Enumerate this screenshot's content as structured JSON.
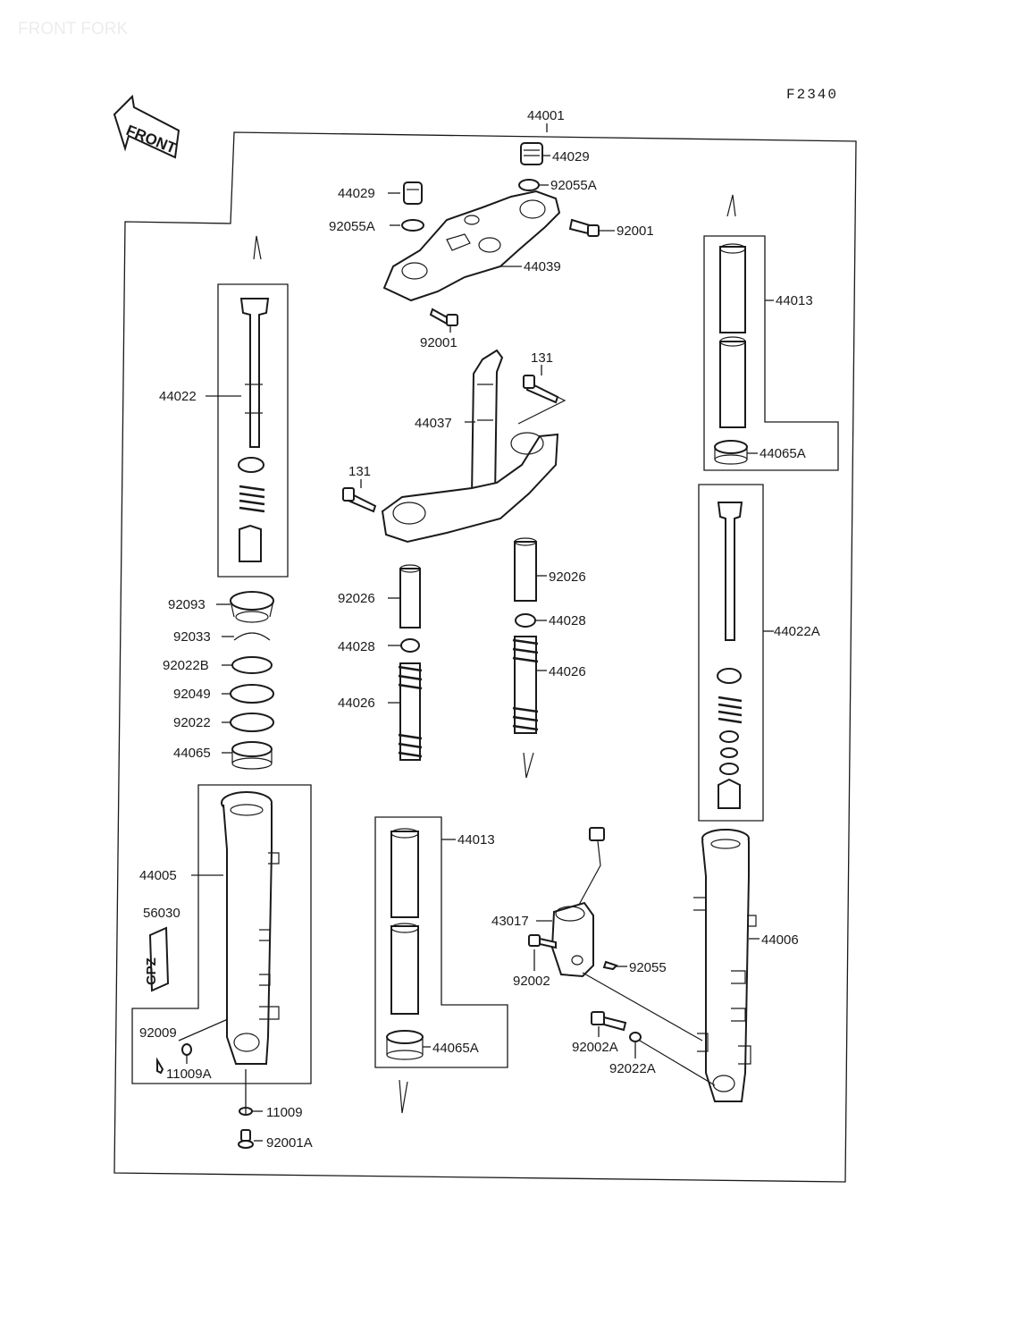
{
  "header": {
    "title": "FRONT FORK",
    "code": "F2340"
  },
  "front_arrow": "FRONT",
  "emblem": "GPZ",
  "labels": {
    "l44001": "44001",
    "l44029a": "44029",
    "l92055Aa": "92055A",
    "l44029b": "44029",
    "l92055Ab": "92055A",
    "l92001a": "92001",
    "l44039": "44039",
    "l92001b": "92001",
    "l44013a": "44013",
    "l44065Aa": "44065A",
    "l44022": "44022",
    "l131a": "131",
    "l44037": "44037",
    "l131b": "131",
    "l92026a": "92026",
    "l92026b": "92026",
    "l44028a": "44028",
    "l44028b": "44028",
    "l44026a": "44026",
    "l44026b": "44026",
    "l92093": "92093",
    "l92033": "92033",
    "l92022B": "92022B",
    "l92049": "92049",
    "l92022": "92022",
    "l44065": "44065",
    "l44022A": "44022A",
    "l44005": "44005",
    "l56030": "56030",
    "l92009": "92009",
    "l11009A": "11009A",
    "l11009": "11009",
    "l92001A": "92001A",
    "l44013b": "44013",
    "l44065Ab": "44065A",
    "l43017": "43017",
    "l92002": "92002",
    "l92055": "92055",
    "l44006": "44006",
    "l92002A": "92002A",
    "l92022A": "92022A"
  }
}
